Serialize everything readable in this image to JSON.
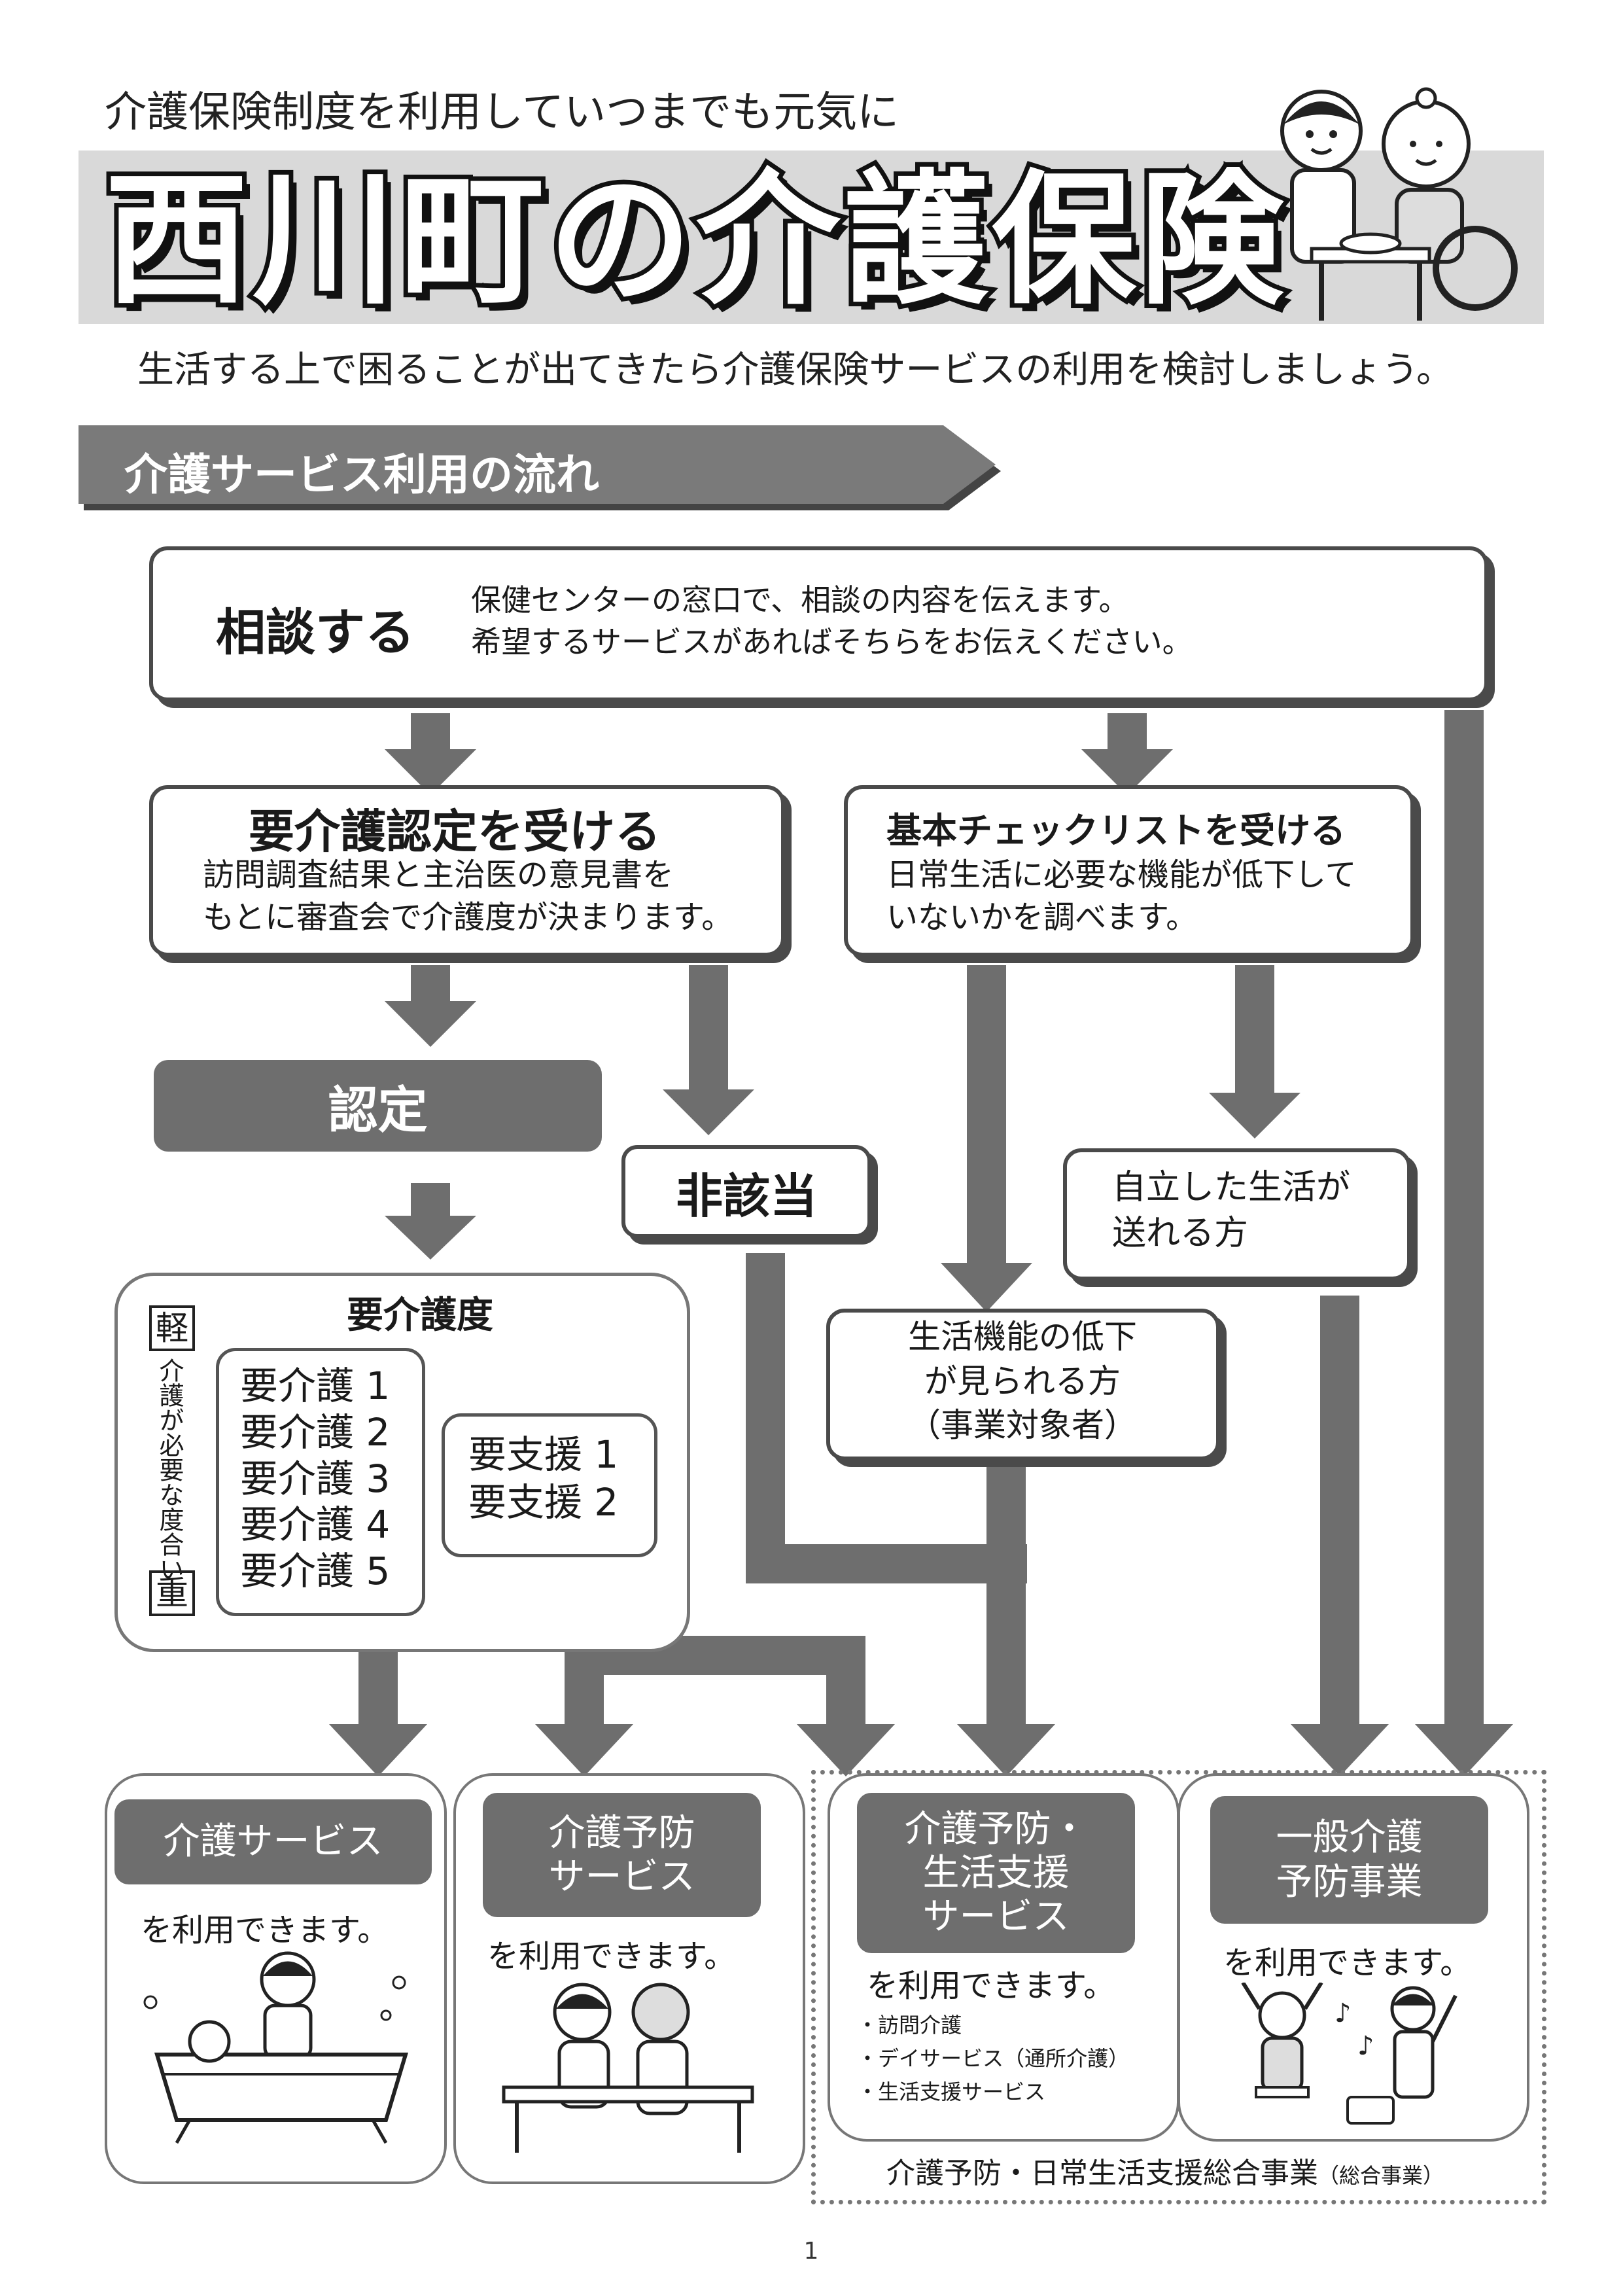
{
  "header": {
    "subtitle": "介護保険制度を利用していつまでも元気に",
    "title": "西川町の介護保険",
    "lead": "生活する上で困ることが出てきたら介護保険サービスの利用を検討しましょう。"
  },
  "section": {
    "heading": "介護サービス利用の流れ"
  },
  "flow": {
    "consult": {
      "title": "相談する",
      "desc": "保健センターの窓口で、相談の内容を伝えます。\n希望するサービスがあればそちらをお伝えください。"
    },
    "certification": {
      "title": "要介護認定を受ける",
      "desc": "訪問調査結果と主治医の意見書を\nもとに審査会で介護度が決まります。"
    },
    "checklist": {
      "title": "基本チェックリストを受ける",
      "desc": "日常生活に必要な機能が低下して\nいないかを調べます。"
    },
    "certified": "認定",
    "not_applicable": "非該当",
    "independent": "自立した生活が\n送れる方",
    "decline": "生活機能の低下\nが見られる方\n（事業対象者）",
    "care_level": {
      "title": "要介護度",
      "light": "軽",
      "heavy": "重",
      "scale_caption": "介護が必要な度合い",
      "care_levels": [
        "要介護 1",
        "要介護 2",
        "要介護 3",
        "要介護 4",
        "要介護 5"
      ],
      "support_levels": [
        "要支援 1",
        "要支援 2"
      ]
    }
  },
  "services": [
    {
      "title": "介護サービス",
      "note": "を利用できます。"
    },
    {
      "title": "介護予防\nサービス",
      "note": "を利用できます。"
    },
    {
      "title": "介護予防・\n生活支援\nサービス",
      "note": "を利用できます。",
      "items": [
        "・訪問介護",
        "・デイサービス（通所介護）",
        "・生活支援サービス"
      ]
    },
    {
      "title": "一般介護\n予防事業",
      "note": "を利用できます。"
    }
  ],
  "general_program": {
    "label": "介護予防・日常生活支援総合事業",
    "abbr": "（総合事業）"
  },
  "page_number": "1",
  "colors": {
    "arrow": "#6e6e6e",
    "band": "#d9d9d9",
    "dark_gray": "#6e6e6e",
    "border": "#4a4a4a"
  },
  "icons": [
    "caregiver-feeding-illustration",
    "bathing-illustration",
    "walking-assist-illustration",
    "exercise-illustration"
  ]
}
